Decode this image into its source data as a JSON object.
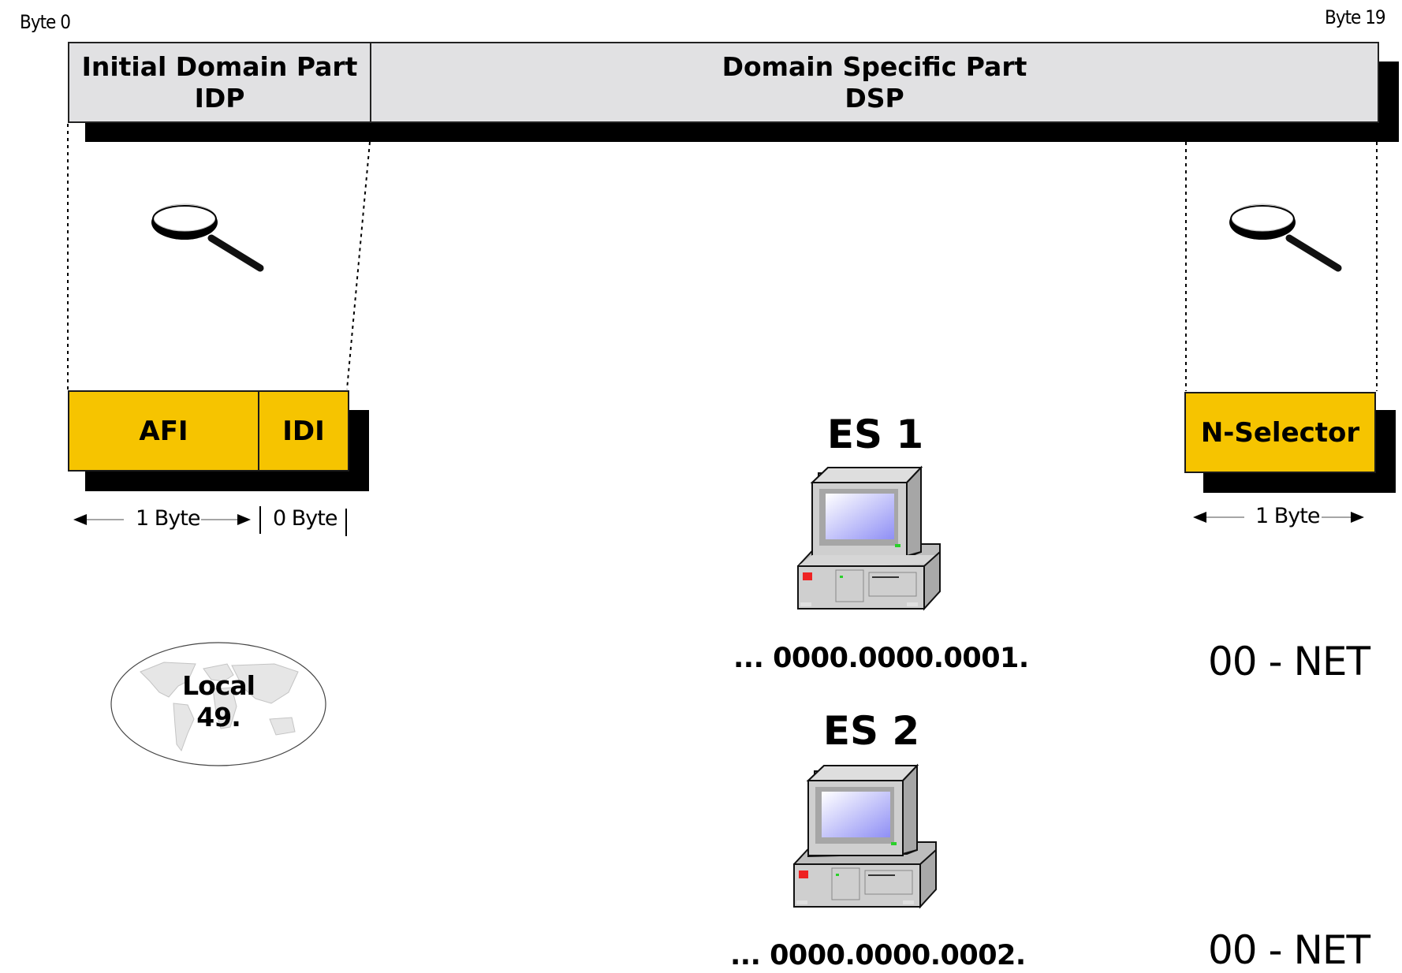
{
  "header": {
    "byte_start": "Byte 0",
    "byte_end": "Byte 19",
    "idp": {
      "title": "Initial Domain Part",
      "abbr": "IDP"
    },
    "dsp": {
      "title": "Domain Specific Part",
      "abbr": "DSP"
    }
  },
  "idp_detail": {
    "afi_label": "AFI",
    "idi_label": "IDI",
    "afi_size": "1 Byte",
    "idi_size": "0 Byte",
    "afi_value": {
      "line1": "Local",
      "line2": "49."
    }
  },
  "nsel_detail": {
    "label": "N-Selector",
    "size": "1 Byte"
  },
  "end_systems": [
    {
      "name": "ES 1",
      "address": "... 0000.0000.0001.",
      "nsel": "00 - NET"
    },
    {
      "name": "ES 2",
      "address": "... 0000.0000.0002.",
      "nsel": "00 - NET"
    }
  ],
  "colors": {
    "header_fill": "#e1e1e3",
    "field_fill": "#f6c400",
    "shadow": "#000000",
    "screen": "#8f8ff5"
  },
  "icons": [
    "magnifier-icon",
    "computer-icon",
    "world-map-icon"
  ]
}
